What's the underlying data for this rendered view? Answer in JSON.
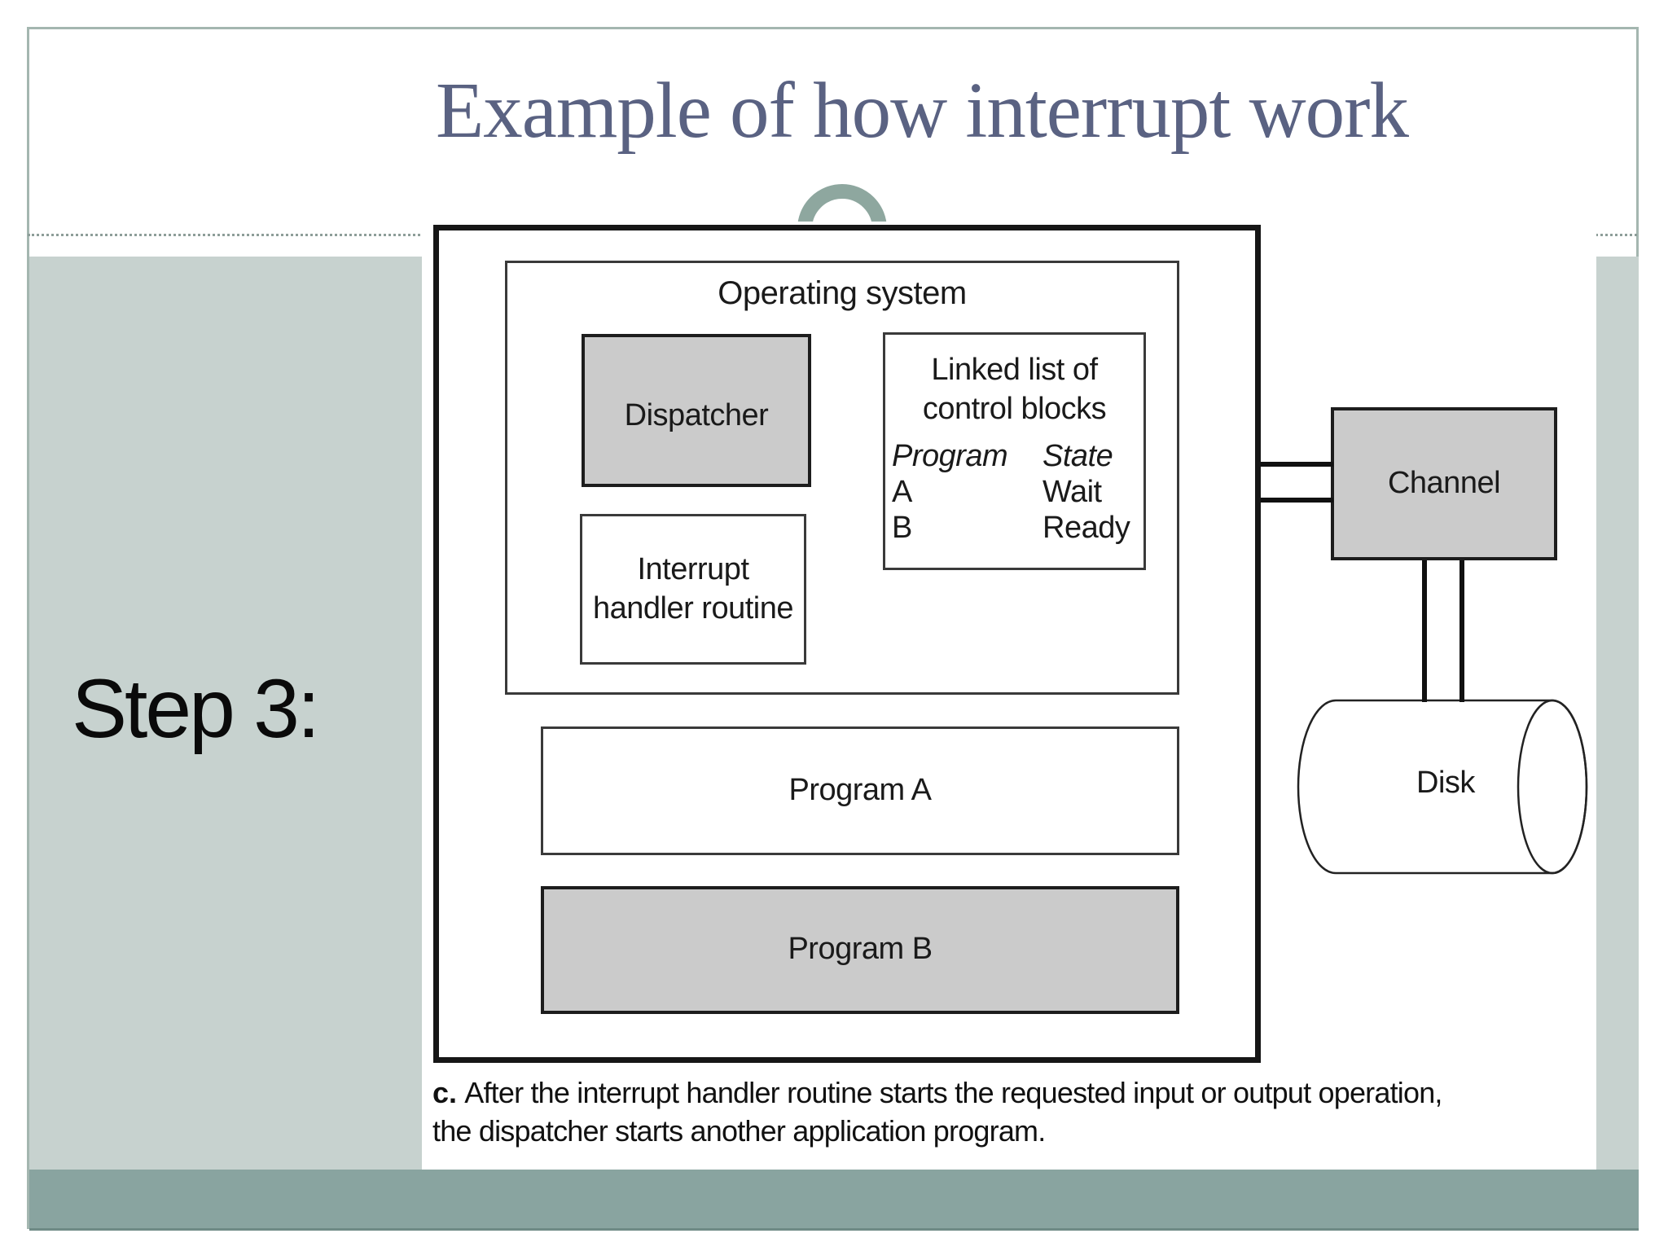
{
  "slide": {
    "title": "Example of how interrupt work",
    "step_label": "Step 3:"
  },
  "figure": {
    "operating_system_label": "Operating system",
    "dispatcher_label": "Dispatcher",
    "interrupt_handler": {
      "line1": "Interrupt",
      "line2": "handler routine"
    },
    "linked_list": {
      "title_line1": "Linked list of",
      "title_line2": "control blocks",
      "col_program_header": "Program",
      "col_state_header": "State",
      "rows": [
        {
          "program": "A",
          "state": "Wait"
        },
        {
          "program": "B",
          "state": "Ready"
        }
      ]
    },
    "program_a_label": "Program A",
    "program_b_label": "Program B",
    "channel_label": "Channel",
    "disk_label": "Disk",
    "caption": {
      "prefix": "c.",
      "line1": "After the interrupt handler routine starts the requested input or output operation,",
      "line2": "the dispatcher starts another application program."
    }
  },
  "colors": {
    "title_text": "#5a6282",
    "side_panels": "#c7d2cf",
    "bottom_bar": "#89a4a0",
    "frame_border": "#a4b6b0",
    "ring_decoration": "#8ea79f",
    "box_gray_fill": "#cbcbcb",
    "diagram_line": "#161616"
  }
}
